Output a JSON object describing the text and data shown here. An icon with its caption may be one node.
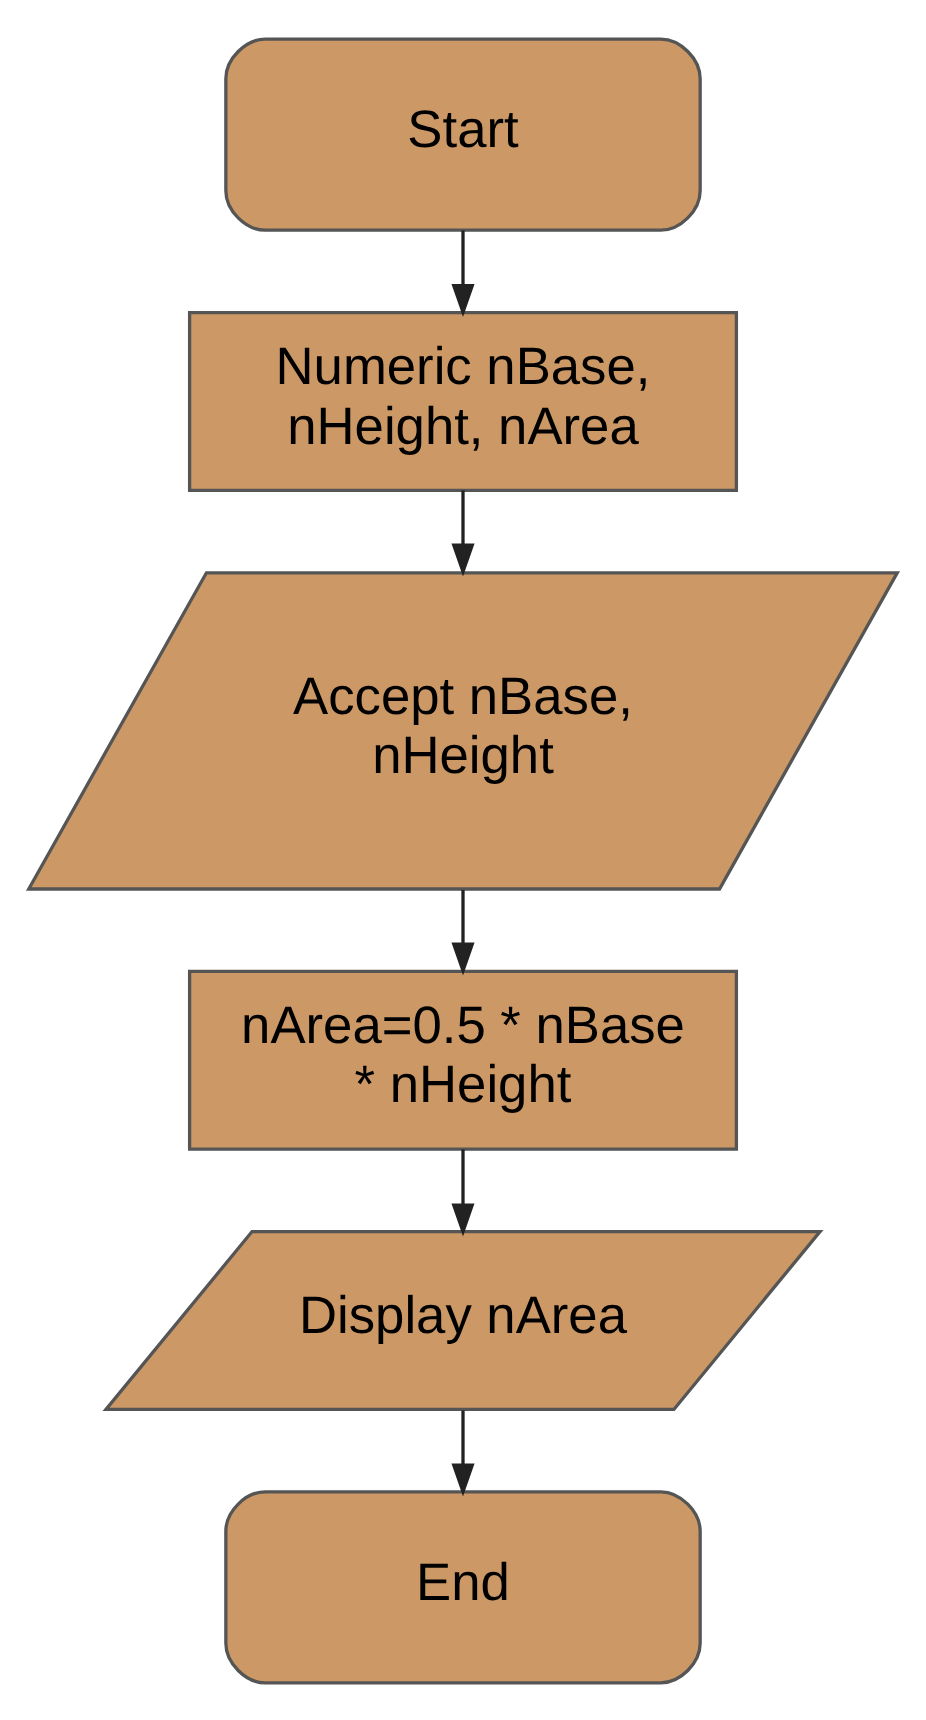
{
  "diagram": {
    "nodes": [
      {
        "text": [
          "Start"
        ]
      },
      {
        "text": [
          "Numeric nBase, nHeight, nArea"
        ]
      },
      {
        "text": [
          "Accept nBase, nHeight"
        ]
      },
      {
        "text": [
          "nArea=0.5 * nBase * nHeight"
        ]
      },
      {
        "text": [
          "Display nArea"
        ]
      },
      {
        "text": [
          "End"
        ]
      }
    ],
    "edges": [
      {
        "from": 0,
        "to": 1,
        "arrow": "to"
      },
      {
        "from": 1,
        "to": 2,
        "arrow": "to"
      },
      {
        "from": 2,
        "to": 3,
        "arrow": "to"
      },
      {
        "from": 3,
        "to": 4,
        "arrow": "to"
      },
      {
        "from": 4,
        "to": 5,
        "arrow": "to"
      }
    ]
  }
}
